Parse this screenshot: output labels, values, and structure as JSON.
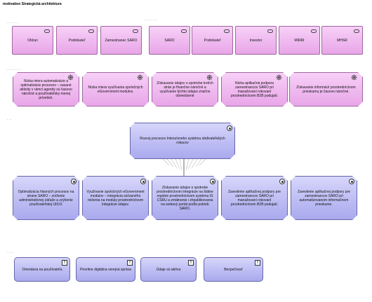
{
  "title": "motivation Strategická architektura",
  "stakeholders": [
    {
      "label": "Občan"
    },
    {
      "label": "Podnikateľ"
    },
    {
      "label": "Zamestnanec SARO"
    },
    {
      "label": "SARO"
    },
    {
      "label": "Podnikateľ"
    },
    {
      "label": "Investor"
    },
    {
      "label": "MIRRI"
    },
    {
      "label": "MHSR"
    }
  ],
  "drivers": [
    {
      "label": "Nízka miera automatizácie a optimalizácie procesov – vasané aktivity v rámci agendy sú časovo náročné a používateľsky menej prívetivé."
    },
    {
      "label": "Nízka miera využívania spoločných eGovernment modulov."
    },
    {
      "label": "Získavanie údajov o spotrebe tretích strán je finančne náročné a využívanie týchto údajov značne obmedzené"
    },
    {
      "label": "Nízka aplikačná podpora zamestnancov SARO pri manažovaní rokovaní prostredníctvom B2B podujatí."
    },
    {
      "label": "Získavanie informácií prostredníctvom prieskumu je časovo náročné."
    }
  ],
  "main_goal": {
    "label": "Rozvoj procesov Intenzívneho systému obdivateľských rokacov"
  },
  "goals": [
    {
      "label": "Optimalizácia hlavných procesov na strane SARO – zníženie administratívnej záťaže a zvýšenie používateľskej UI/UX"
    },
    {
      "label": "Využívanie spoločných eGovernment modulov – integrácia súčasného riešenia na moduly prostredníctvom integrácie údajov."
    },
    {
      "label": "Získavanie údajov o spotrebe prostredníctvom integrácie na štátne registre prostredníctvom systému IS CSRU a zmätnenie i zhpublikovania na webový portál podľa potrieb SARO."
    },
    {
      "label": "Zavedenie aplikačnej podpory pre zamestnancov SARO pri manažovaní rokovaní prostredníctvom B2B podujatí."
    },
    {
      "label": "Zavedenie aplikačnej podpory pre zamestnancov SARO pri automatizovanom informačnom prieskume."
    }
  ],
  "principles": [
    {
      "label": "Orientácia na používateľa"
    },
    {
      "label": "Prioritne digitálna verejná správa"
    },
    {
      "label": "Údaje sú aktíva"
    },
    {
      "label": "Bezpečnosť"
    }
  ]
}
